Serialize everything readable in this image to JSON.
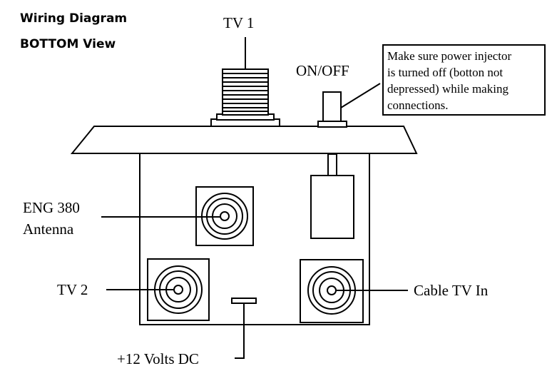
{
  "header": {
    "title": "Wiring Diagram",
    "subtitle": "BOTTOM View"
  },
  "labels": {
    "tv1": "TV 1",
    "on_off": "ON/OFF",
    "eng380_line1": "ENG 380",
    "eng380_line2": "Antenna",
    "tv2": "TV 2",
    "cable_tv_in": "Cable TV In",
    "power": "+12 Volts DC"
  },
  "note": {
    "lines": [
      "Make sure power injector",
      "is turned off (botton not",
      "depressed) while making",
      "connections."
    ]
  }
}
